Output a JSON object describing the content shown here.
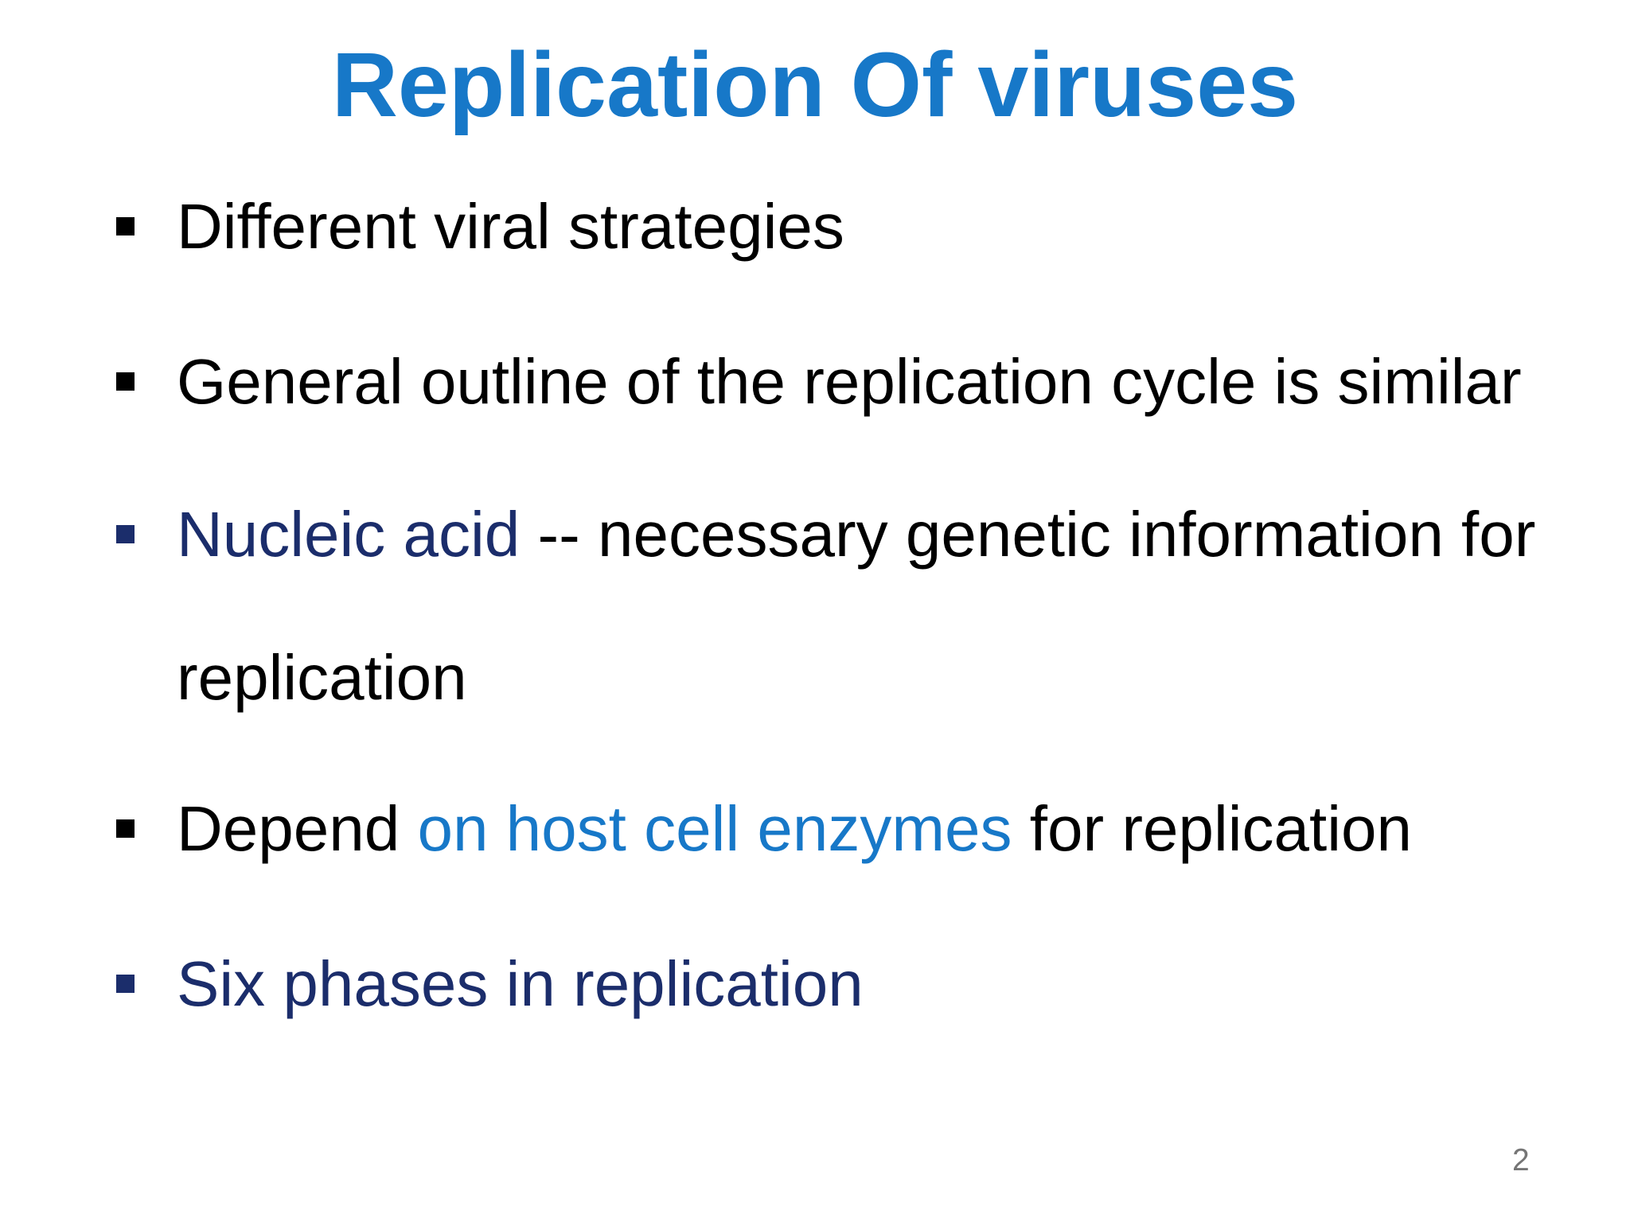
{
  "slide": {
    "title": "Replication Of viruses",
    "page_number": "2"
  },
  "colors": {
    "title_blue": "#1778C8",
    "body_black": "#000000",
    "dark_navy": "#1B2D6B",
    "accent_blue": "#1778C8",
    "page_number_gray": "#757575",
    "background": "#FFFFFF"
  },
  "bullets": [
    {
      "marker": "square",
      "marker_color": "#000000",
      "segments": [
        {
          "text": "Different viral strategies",
          "color": "#000000"
        }
      ]
    },
    {
      "marker": "square",
      "marker_color": "#000000",
      "segments": [
        {
          "text": "General outline of the replication cycle is similar",
          "color": "#000000"
        }
      ]
    },
    {
      "marker": "square",
      "marker_color": "#1B2D6B",
      "segments": [
        {
          "text": "Nucleic acid",
          "color": "#1B2D6B"
        },
        {
          "text": " -- necessary genetic information for",
          "color": "#000000"
        }
      ],
      "continuation": {
        "text": "replication",
        "color": "#000000"
      }
    },
    {
      "marker": "square",
      "marker_color": "#000000",
      "segments": [
        {
          "text": "Depend ",
          "color": "#000000"
        },
        {
          "text": "on host cell enzymes",
          "color": "#1778C8"
        },
        {
          "text": " for replication",
          "color": "#000000"
        }
      ]
    },
    {
      "marker": "square",
      "marker_color": "#1B2D6B",
      "segments": [
        {
          "text": "Six phases in replication",
          "color": "#1B2D6B"
        }
      ]
    }
  ]
}
